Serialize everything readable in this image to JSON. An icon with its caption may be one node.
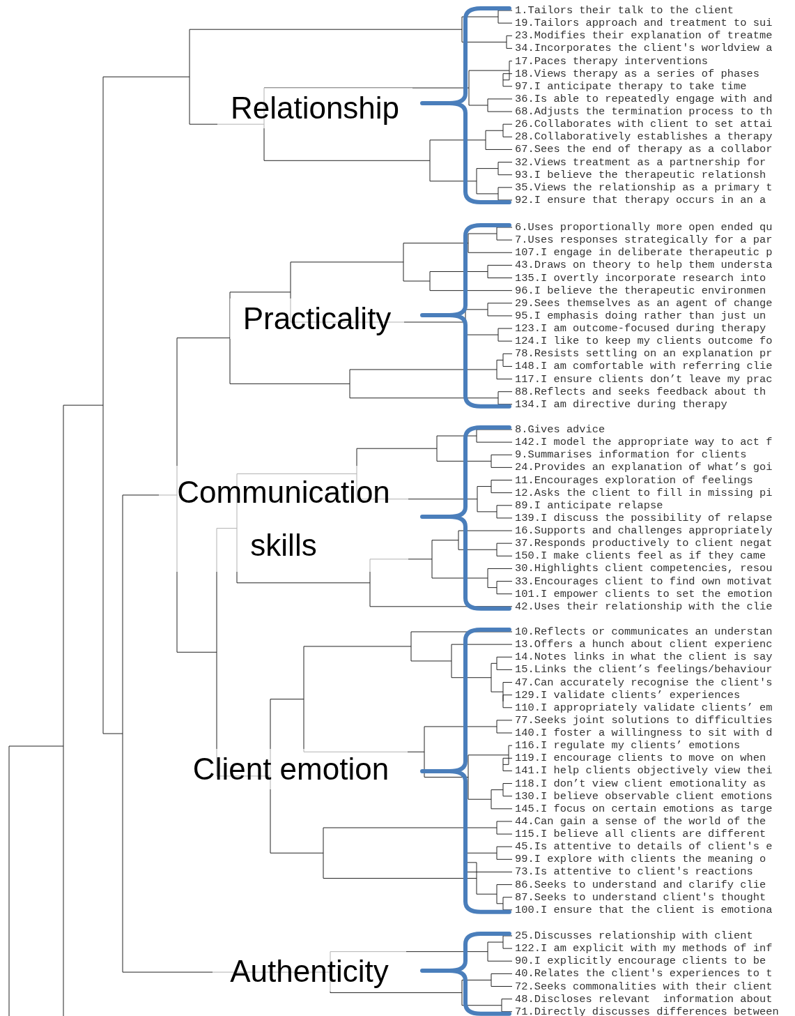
{
  "diagram": {
    "labels": [
      "Relationship",
      "1.Tailors their talk to the client",
      "19.Tailors approach and treatment to sui",
      "23.Modifies their explanation of treatme",
      "34.Incorporates the client's worldview a",
      "17.Paces therapy interventions",
      "18.Views therapy as a series of phases",
      "97.I anticipate therapy to take time",
      "36.Is able to repeatedly engage with and",
      "68.Adjusts the termination process to th",
      "26.Collaborates with client to set attai",
      "28.Collaboratively establishes a therapy",
      "67.Sees the end of therapy as a collabor",
      "32.Views treatment as a partnership for",
      "93.I believe the therapeutic relationsh",
      "35.Views the relationship as a primary t",
      "92.I ensure that therapy occurs in an a",
      "Practicality",
      "6.Uses proportionally more open ended qu",
      "7.Uses responses strategically for a par",
      "107.I engage in deliberate therapeutic p",
      "43.Draws on theory to help them understa",
      "135.I overtly incorporate research into",
      "96.I believe the therapeutic environmen",
      "29.Sees themselves as an agent of change",
      "95.I emphasis doing rather than just un",
      "123.I am outcome-focused during therapy",
      "124.I like to keep my clients outcome fo",
      "78.Resists settling on an explanation pr",
      "148.I am comfortable with referring clie",
      "117.I ensure clients don’t leave my prac",
      "88.Reflects and seeks feedback about th",
      "134.I am directive during therapy",
      "Communication skills",
      "8.Gives advice",
      "142.I model the appropriate way to act f",
      "9.Summarises information for clients",
      "24.Provides an explanation of what’s goi",
      "11.Encourages exploration of feelings",
      "12.Asks the client to fill in missing pi",
      "89.I anticipate relapse",
      "139.I discuss the possibility of relapse",
      "16.Supports and challenges appropriately",
      "37.Responds productively to client negat",
      "150.I make clients feel as if they came",
      "30.Highlights client competencies, resou",
      "33.Encourages client to find own motivat",
      "101.I empower clients to set the emotion",
      "42.Uses their relationship with the clie",
      "Client emotion",
      "10.Reflects or communicates an understan",
      "13.Offers a hunch about client experienc",
      "14.Notes links in what the client is say",
      "15.Links the client’s feelings/behaviour",
      "47.Can accurately recognise the client's",
      "129.I validate clients’ experiences",
      "110.I appropriately validate clients’ em",
      "77.Seeks joint solutions to difficulties",
      "140.I foster a willingness to sit with d",
      "116.I regulate my clients’ emotions",
      "119.I encourage clients to move on when",
      "141.I help clients objectively view thei",
      "118.I don’t view client emotionality as",
      "130.I believe observable client emotions",
      "145.I focus on certain emotions as targe",
      "44.Can gain a sense of the world of the",
      "115.I believe all clients are different",
      "45.Is attentive to details of client's e",
      "99.I explore with clients the meaning o",
      "73.Is attentive to client's reactions",
      "86.Seeks to understand and clarify clie",
      "87.Seeks to understand client's thought",
      "100.I ensure that the client is emotiona",
      "Authenticity",
      "25.Discusses relationship with client",
      "122.I am explicit with my methods of inf",
      "90.I explicitly encourage clients to be",
      "40.Relates the client's experiences to t",
      "72.Seeks commonalities with their client",
      "48.Discloses relevant  information about",
      "71.Directly discusses differences between"
    ]
  }
}
